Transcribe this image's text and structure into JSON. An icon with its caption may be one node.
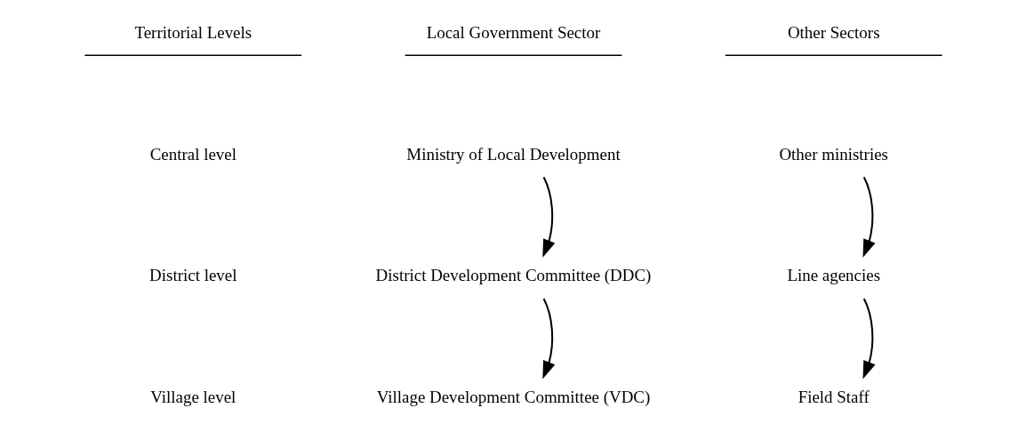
{
  "diagram": {
    "nodes": [
      {
        "text": [
          "Ministry of Local Development"
        ]
      },
      {
        "text": [
          "Other ministries"
        ]
      },
      {
        "text": [
          "District Development Committee (DDC)"
        ]
      },
      {
        "text": [
          "Line agencies"
        ]
      },
      {
        "text": [
          "Village Development Committee (VDC)"
        ]
      },
      {
        "text": [
          "Field Staff"
        ]
      }
    ],
    "edges": [
      {
        "from": 0,
        "to": 2,
        "arrow": "to"
      },
      {
        "from": 2,
        "to": 4,
        "arrow": "to"
      },
      {
        "from": 1,
        "to": 3,
        "arrow": "to"
      },
      {
        "from": 3,
        "to": 5,
        "arrow": "to"
      }
    ],
    "labels": [
      "Territorial Levels",
      "Local Government Sector",
      "Other Sectors",
      "Central level",
      "District level",
      "Village level"
    ]
  }
}
